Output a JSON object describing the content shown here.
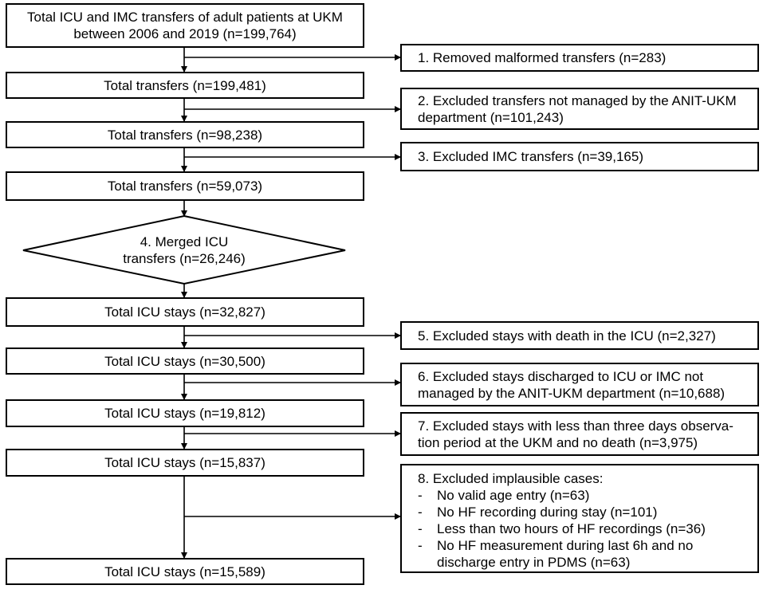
{
  "main_flow": {
    "total_transfers_initial": "Total ICU and IMC transfers of adult patients at UKM\nbetween 2006 and 2019 (n=199,764)",
    "total_transfers_2": "Total transfers (n=199,481)",
    "total_transfers_3": "Total transfers (n=98,238)",
    "total_transfers_4": "Total transfers (n=59,073)",
    "merge_step": "4. Merged ICU\ntransfers (n=26,246)",
    "icu_stays_1": "Total ICU stays (n=32,827)",
    "icu_stays_2": "Total ICU stays (n=30,500)",
    "icu_stays_3": "Total ICU stays (n=19,812)",
    "icu_stays_4": "Total ICU stays (n=15,837)",
    "icu_stays_final": "Total ICU stays (n=15,589)"
  },
  "exclusions": {
    "step1": "1. Removed malformed transfers (n=283)",
    "step2": "2. Excluded transfers not managed by the ANIT-UKM\ndepartment (n=101,243)",
    "step3": "3. Excluded IMC transfers (n=39,165)",
    "step5": "5. Excluded stays with death in the ICU (n=2,327)",
    "step6": "6. Excluded stays discharged to ICU or IMC not\nmanaged by the ANIT-UKM department (n=10,688)",
    "step7": "7. Excluded stays with less than three days observa-\ntion period at the UKM and no death (n=3,975)",
    "step8": {
      "title": "8. Excluded implausible cases:",
      "bullet": "-",
      "items": [
        "No valid age entry (n=63)",
        "No HF recording during stay (n=101)",
        "Less than two hours of HF recordings (n=36)",
        "No HF measurement during last 6h and no\ndischarge entry in PDMS (n=63)"
      ]
    }
  }
}
